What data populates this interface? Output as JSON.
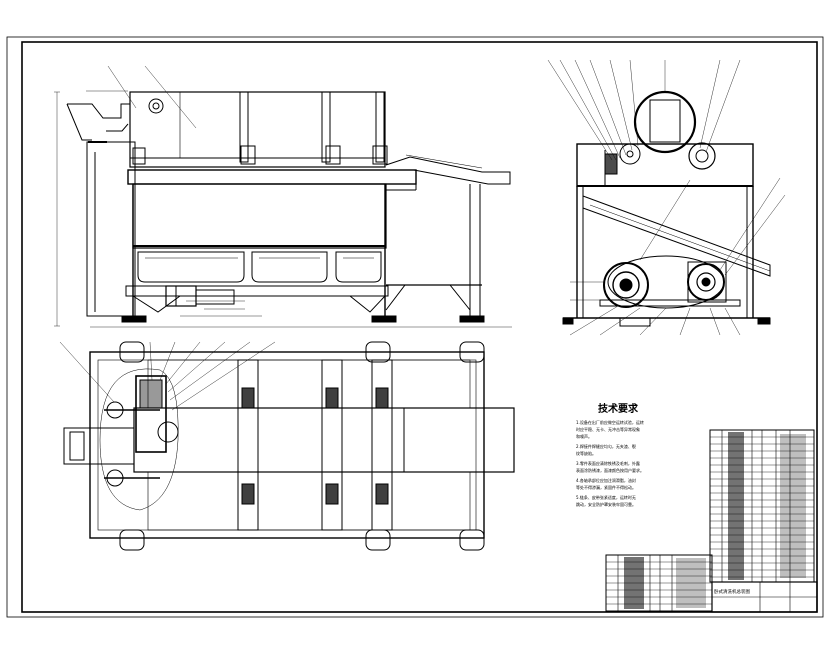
{
  "drawing": {
    "tech_requirements_title": "技术要求",
    "tech_requirements": [
      "1.设备在出厂前应做空运转试验，运转",
      "  时应平稳、无卡、无冲击等异常现象",
      "  和噪声。",
      "2.焊接件焊缝应均匀，无夹渣、裂",
      "  纹等缺陷。",
      "3.零件表面应清除铁锈及毛刺，外露",
      "  表面涂防锈漆，面漆颜色按用户要求。",
      "4.各轴承部位应加注润滑脂，油封",
      "  等处不得渗漏，紧固件不得松动。",
      "5.链条、皮带张紧适度，运转时无",
      "  跳动，安全防护罩安装牢固可靠。"
    ],
    "title_block_name": "卧式清洗机总装图"
  },
  "colors": {
    "line": "#000000",
    "background": "#ffffff"
  }
}
